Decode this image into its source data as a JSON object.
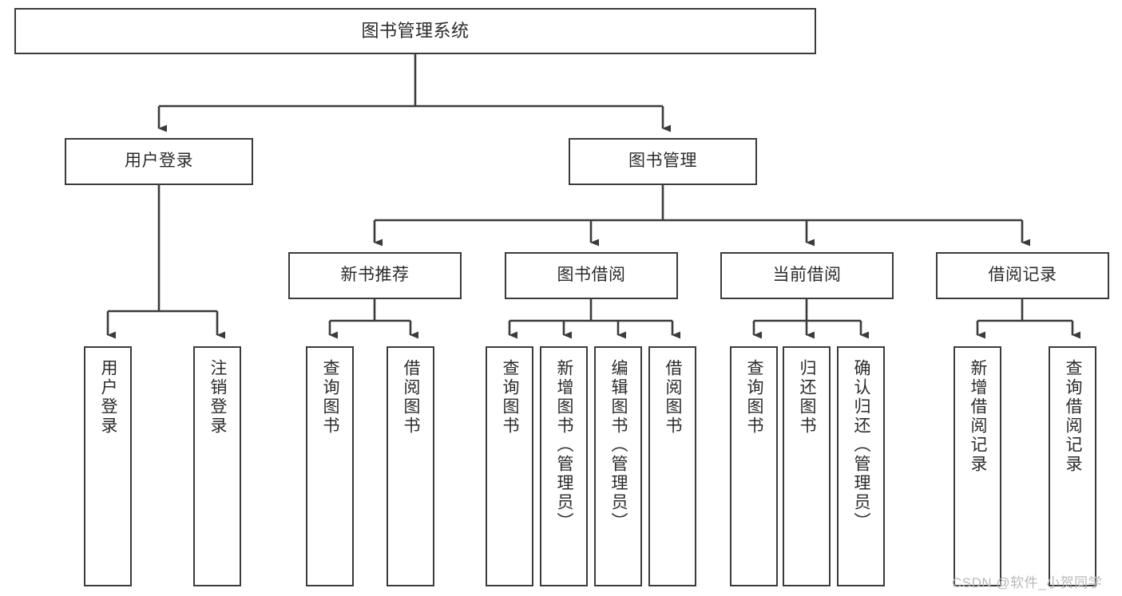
{
  "diagram": {
    "title": "图书管理系统",
    "type": "tree-hierarchy",
    "colors": {
      "stroke": "#3b3b3b",
      "fill": "#ffffff",
      "text": "#2b2b2b",
      "watermark": "#b9b9b9"
    },
    "root": {
      "label": "图书管理系统"
    },
    "level2": [
      {
        "label": "用户登录"
      },
      {
        "label": "图书管理"
      }
    ],
    "level3": [
      {
        "label": "新书推荐"
      },
      {
        "label": "图书借阅"
      },
      {
        "label": "当前借阅"
      },
      {
        "label": "借阅记录"
      }
    ],
    "leaves": {
      "user_login": [
        {
          "label": "用户登录"
        },
        {
          "label": "注销登录"
        }
      ],
      "new_book_recommend": [
        {
          "label": "查询图书"
        },
        {
          "label": "借阅图书"
        }
      ],
      "book_borrow": [
        {
          "label": "查询图书"
        },
        {
          "label": "新增图书（管理员）"
        },
        {
          "label": "编辑图书（管理员）"
        },
        {
          "label": "借阅图书"
        }
      ],
      "current_borrow": [
        {
          "label": "查询图书"
        },
        {
          "label": "归还图书"
        },
        {
          "label": "确认归还（管理员）"
        }
      ],
      "borrow_record": [
        {
          "label": "新增借阅记录"
        },
        {
          "label": "查询借阅记录"
        }
      ]
    }
  },
  "watermark": {
    "text": "CSDN @软件_小贺同学"
  }
}
